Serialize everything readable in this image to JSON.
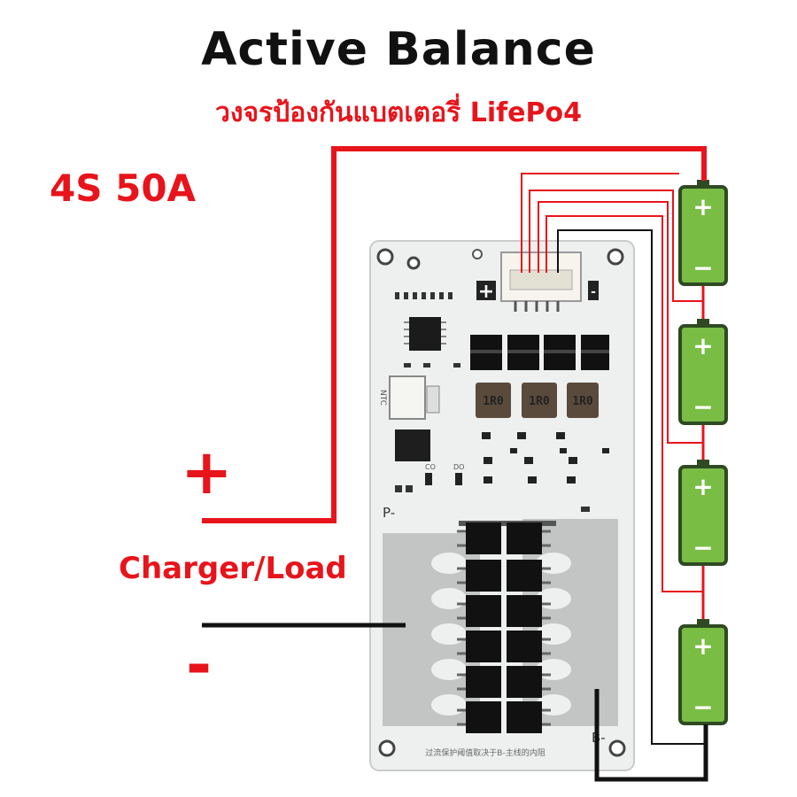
{
  "title": "Active Balance",
  "subtitle": "วงจรป้องกันแบตเตอรี่ LifePo4",
  "spec": "4S 50A",
  "load": {
    "plus": "+",
    "label": "Charger/Load",
    "minus": "-"
  },
  "board": {
    "connector_plus": "+",
    "connector_minus": "-",
    "p_minus": "P-",
    "b_minus": "B-",
    "ntc": "NTC",
    "co": "CO",
    "do": "DO",
    "inductor_1": "1R0",
    "inductor_2": "1R0",
    "inductor_3": "1R0",
    "bottom_note": "过流保护阈值取决于B-主线的内阻"
  },
  "batteries": [
    {
      "plus": "+",
      "minus": "−"
    },
    {
      "plus": "+",
      "minus": "−"
    },
    {
      "plus": "+",
      "minus": "−"
    },
    {
      "plus": "+",
      "minus": "−"
    }
  ],
  "colors": {
    "accent_red": "#e8141b",
    "wire_black": "#111111",
    "battery_green": "#79bd45",
    "battery_dark": "#2f4a22",
    "board": "#eef0ef",
    "pad": "#c2c5c4"
  }
}
